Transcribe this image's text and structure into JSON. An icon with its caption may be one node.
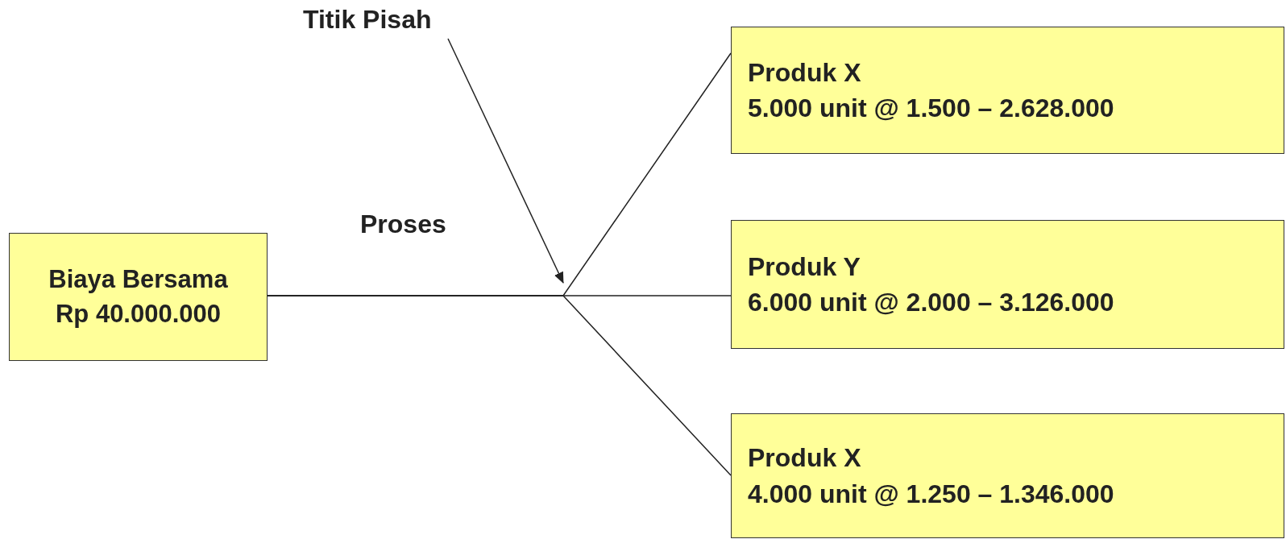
{
  "diagram": {
    "nodes": [
      {
        "text": [
          "Biaya Bersama",
          "Rp 40.000.000"
        ]
      },
      {
        "text": [
          "Produk X",
          "5.000 unit @ 1.500 – 2.628.000"
        ]
      },
      {
        "text": [
          "Produk Y",
          "6.000 unit @ 2.000 – 3.126.000"
        ]
      },
      {
        "text": [
          "Produk X",
          "4.000 unit @ 1.250 – 1.346.000"
        ]
      },
      {
        "text": [
          "Titik Pisah"
        ]
      }
    ],
    "edges": [
      {
        "from": 0,
        "to": 1,
        "arrow": "none"
      },
      {
        "from": 0,
        "to": 2,
        "arrow": "none"
      },
      {
        "from": 0,
        "to": 3,
        "arrow": "none"
      },
      {
        "from": 4,
        "to": null,
        "arrow": "to"
      }
    ],
    "labels": [
      "Proses"
    ]
  }
}
